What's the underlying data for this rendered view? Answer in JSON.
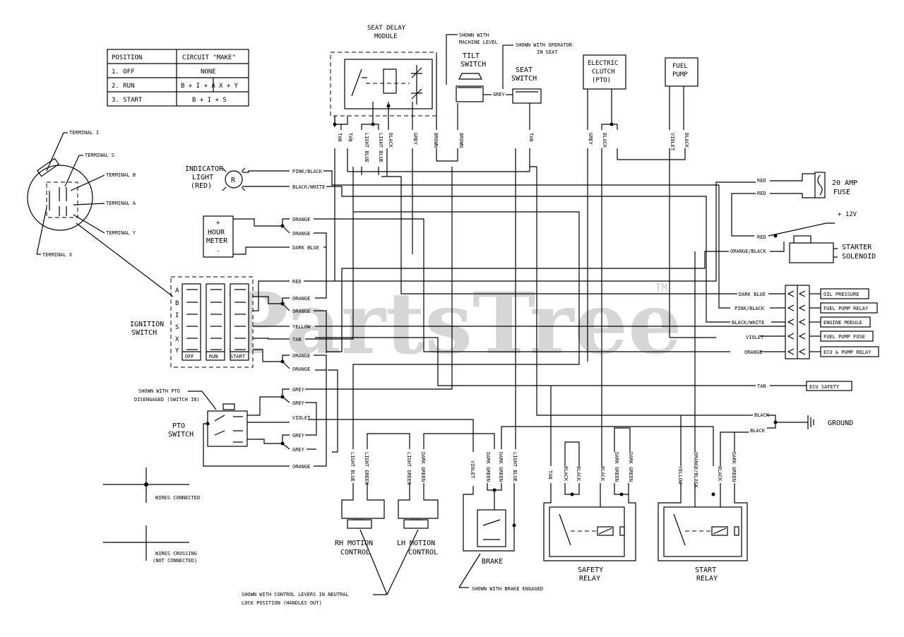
{
  "watermark": {
    "text": "PartsTree",
    "tm": "TM"
  },
  "table": {
    "headers": [
      "POSITION",
      "CIRCUIT \"MAKE\""
    ],
    "rows": [
      {
        "pos": "1. OFF",
        "c1": "NONE",
        "c2": ""
      },
      {
        "pos": "2. RUN",
        "c1": "B + I + A",
        "c2": "X + Y"
      },
      {
        "pos": "3. START",
        "c1": "B + I + S",
        "c2": ""
      }
    ]
  },
  "terminals": {
    "i": "TERMINAL I",
    "s": "TERMINAL S",
    "b": "TERMINAL B",
    "a": "TERMINAL A",
    "y": "TERMINAL Y",
    "x": "TERMINAL X"
  },
  "components": {
    "seat_delay": [
      "SEAT DELAY",
      "MODULE"
    ],
    "tilt_note": [
      "SHOWN WITH",
      "MACHINE LEVEL"
    ],
    "tilt": [
      "TILT",
      "SWITCH"
    ],
    "seat_note": [
      "SHOWN WITH OPERATOR",
      "IN SEAT"
    ],
    "seat": [
      "SEAT",
      "SWITCH"
    ],
    "clutch": [
      "ELECTRIC",
      "CLUTCH",
      "(PTO)"
    ],
    "pump": [
      "FUEL",
      "PUMP"
    ],
    "indicator": [
      "INDICATOR",
      "LIGHT",
      "(RED)"
    ],
    "indicator_symbol": "R",
    "hour_meter": [
      "HOUR",
      "METER"
    ],
    "plus": "+",
    "minus": "-",
    "ignition": [
      "IGNITION",
      "SWITCH"
    ],
    "ign_letters": [
      "A",
      "B",
      "I",
      "S",
      "X",
      "Y"
    ],
    "ign_positions": [
      "OFF",
      "RUN",
      "START"
    ],
    "pto_note": [
      "SHOWN WITH PTO",
      "DISENGAGED (SWITCH IN)"
    ],
    "pto": [
      "PTO",
      "SWITCH"
    ],
    "fuse": [
      "20 AMP",
      "FUSE"
    ],
    "plus12": "+ 12V",
    "starter": [
      "STARTER",
      "SOLENOID"
    ],
    "ground": "GROUND",
    "rh_motion": [
      "RH MOTION",
      "CONTROL"
    ],
    "lh_motion": [
      "LH MOTION",
      "CONTROL"
    ],
    "brake": "BRAKE",
    "safety_relay": [
      "SAFETY",
      "RELAY"
    ],
    "start_relay": [
      "START",
      "RELAY"
    ],
    "connected": "WIRES CONNECTED",
    "crossing": [
      "WIRES CROSSING",
      "(NOT CONNECTED)"
    ],
    "neutral_note": [
      "SHOWN WITH CONTROL LEVERS IN NEUTRAL",
      "LOCK POSITION (HANDLES OUT)"
    ],
    "brake_note": "SHOWN WITH BRAKE ENGAGED"
  },
  "connector": [
    "OIL PRESSURE",
    "FUEL PUMP RELAY",
    "ENGINE MODULE",
    "FUEL PUMP FUSE",
    "ECU & PUMP RELAY"
  ],
  "ecu_safety": "ECU SAFETY",
  "wires": {
    "top_vertical": [
      "TAN",
      "TAN",
      "LIGHT BLUE",
      "LIGHT BLUE",
      "BLACK",
      "GREY",
      "BROWN",
      "BROWN",
      "TAN",
      "GREY",
      "BLACK",
      "VIOLET",
      "BLACK"
    ],
    "tilt_seat_link": "GREY",
    "indicator": [
      "PINK/BLACK",
      "BLACK/WHITE"
    ],
    "hour_meter": [
      "ORANGE",
      "ORANGE",
      "DARK BLUE"
    ],
    "ignition": [
      "RED",
      "ORANGE",
      "ORANGE",
      "YELLOW",
      "TAN",
      "ORANGE",
      "ORANGE"
    ],
    "pto": [
      "GREY",
      "GREY",
      "VIOLET",
      "GREY",
      "GREY",
      "ORANGE"
    ],
    "right": [
      "RED",
      "RED",
      "RED",
      "ORANGE/BLACK",
      "DARK BLUE",
      "PINK/BLACK",
      "BLACK/WHITE",
      "VIOLET",
      "ORANGE",
      "TAN",
      "BLACK",
      "BLACK"
    ],
    "bottom_vertical": [
      "LIGHT BLUE",
      "LIGHT GREEN",
      "LIGHT GREEN",
      "DARK GREEN",
      "VIOLET",
      "DARK GREEN",
      "DARK GREEN",
      "LIGHT BLUE",
      "TAN",
      "BLACK",
      "BLACK",
      "BLACK",
      "DARK GREEN",
      "DARK GREEN",
      "YELLOW",
      "ORANGE/BLACK",
      "BLACK",
      "DARK GREEN"
    ]
  }
}
